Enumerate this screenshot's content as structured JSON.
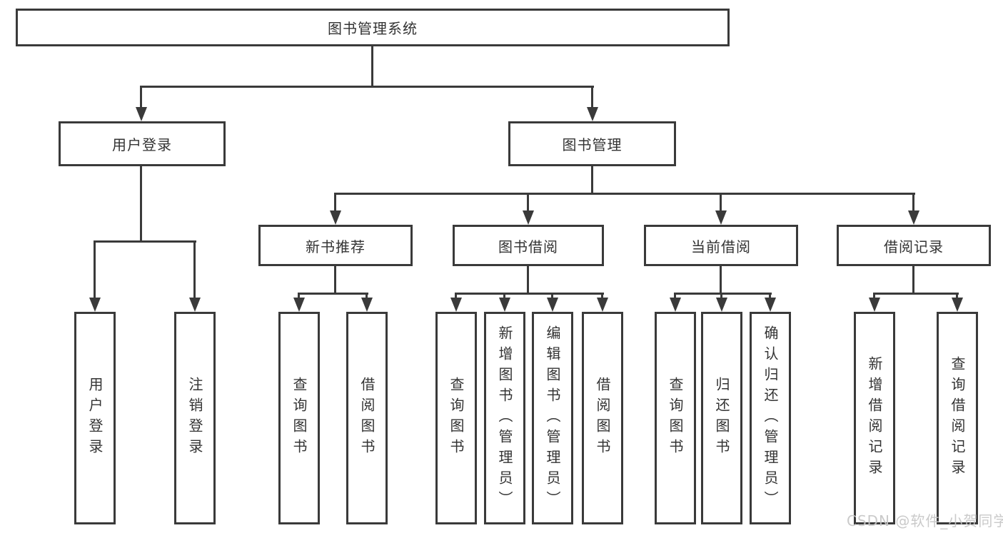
{
  "tree": {
    "label": "图书管理系统",
    "children": [
      {
        "label": "用户登录",
        "children": [
          {
            "label": "用户登录"
          },
          {
            "label": "注销登录"
          }
        ]
      },
      {
        "label": "图书管理",
        "children": [
          {
            "label": "新书推荐",
            "children": [
              {
                "label": "查询图书"
              },
              {
                "label": "借阅图书"
              }
            ]
          },
          {
            "label": "图书借阅",
            "children": [
              {
                "label": "查询图书"
              },
              {
                "label": "新增图书（管理员）"
              },
              {
                "label": "编辑图书（管理员）"
              },
              {
                "label": "借阅图书"
              }
            ]
          },
          {
            "label": "当前借阅",
            "children": [
              {
                "label": "查询图书"
              },
              {
                "label": "归还图书"
              },
              {
                "label": "确认归还（管理员）"
              }
            ]
          },
          {
            "label": "借阅记录",
            "children": [
              {
                "label": "新增借阅记录"
              },
              {
                "label": "查询借阅记录"
              }
            ]
          }
        ]
      }
    ]
  },
  "watermark": {
    "text": "CSDN @软件_小贺同学"
  },
  "colors": {
    "line": "#3a3a3a",
    "text": "#333333",
    "background": "#ffffff",
    "watermark": "#c5c5c5"
  }
}
